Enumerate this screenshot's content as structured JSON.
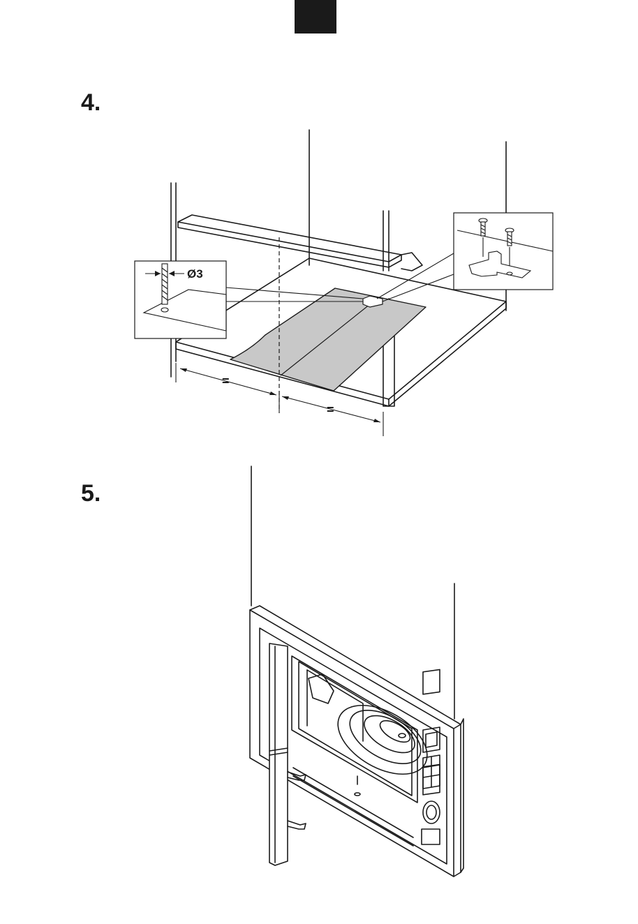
{
  "steps": [
    {
      "number": "4.",
      "annotations": {
        "drill_diameter": "Ø3",
        "equal_left": "=",
        "equal_right": "="
      }
    },
    {
      "number": "5."
    }
  ],
  "colors": {
    "ink": "#1a1a1a",
    "template_fill": "#c8c8c8",
    "tab_marker": "#1a1a1a"
  }
}
